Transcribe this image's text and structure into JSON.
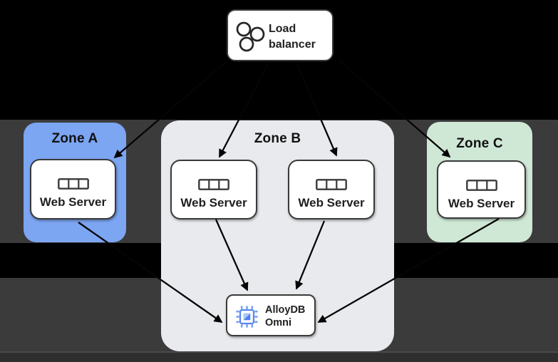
{
  "diagram_type": "architecture",
  "load_balancer": {
    "label": "Load balancer"
  },
  "zones": [
    {
      "id": "zone-a",
      "label": "Zone A",
      "color": "#7ca5f2",
      "servers": [
        {
          "label": "Web Server"
        }
      ]
    },
    {
      "id": "zone-b",
      "label": "Zone B",
      "color": "#e8eaed",
      "servers": [
        {
          "label": "Web Server"
        },
        {
          "label": "Web Server"
        }
      ],
      "database": {
        "label": "AlloyDB Omni"
      }
    },
    {
      "id": "zone-c",
      "label": "Zone C",
      "color": "#cfe8d6",
      "servers": [
        {
          "label": "Web Server"
        }
      ]
    }
  ],
  "edges": [
    {
      "from": "load-balancer",
      "to": "zone-a-web-server"
    },
    {
      "from": "load-balancer",
      "to": "zone-b-web-server-1"
    },
    {
      "from": "load-balancer",
      "to": "zone-b-web-server-2"
    },
    {
      "from": "load-balancer",
      "to": "zone-c-web-server"
    },
    {
      "from": "zone-a-web-server",
      "to": "alloydb-omni"
    },
    {
      "from": "zone-b-web-server-1",
      "to": "alloydb-omni"
    },
    {
      "from": "zone-b-web-server-2",
      "to": "alloydb-omni"
    },
    {
      "from": "zone-c-web-server",
      "to": "alloydb-omni"
    }
  ],
  "icons": {
    "load_balancer": "three-circles-icon",
    "web_server": "server-rack-icon",
    "database": "chip-icon"
  },
  "colors": {
    "background": "#000000",
    "backdrop_band": "#3b3b3b",
    "zone_a_fill": "#7ca5f2",
    "zone_b_fill": "#e8eaed",
    "zone_c_fill": "#cfe8d6",
    "node_fill": "#ffffff",
    "node_border": "#3a3a3a",
    "arrow": "#000000",
    "text": "#1f1f1f",
    "chip_blue": "#5586f1"
  }
}
